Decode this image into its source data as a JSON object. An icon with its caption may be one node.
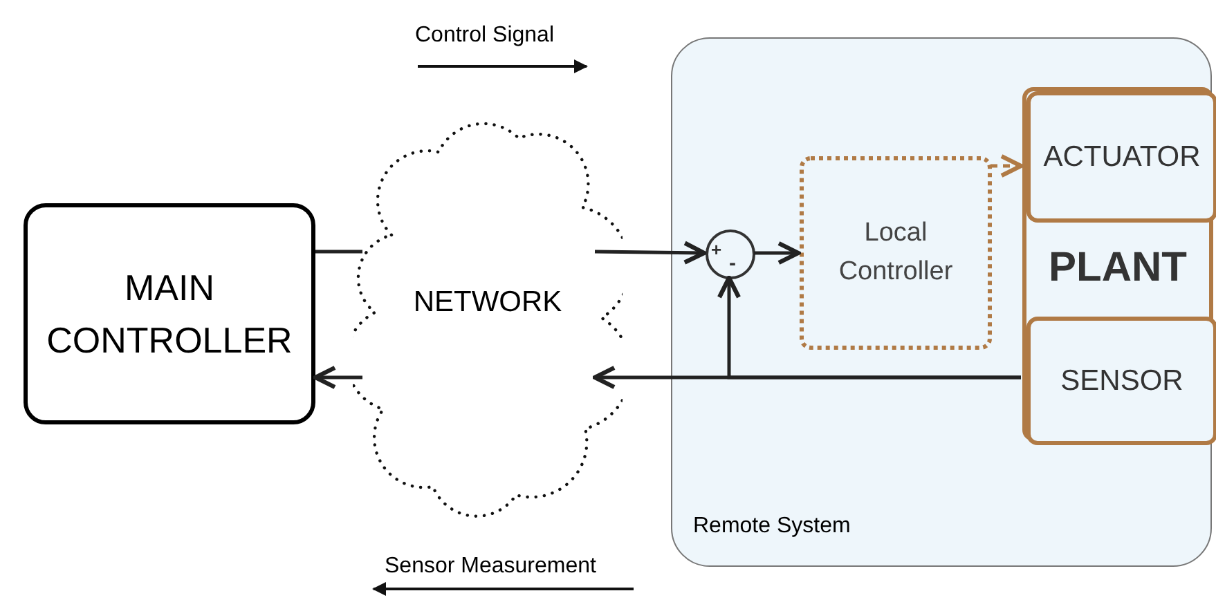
{
  "diagram": {
    "nodes": [
      {
        "text": [
          "MAIN CONTROLLER"
        ]
      },
      {
        "text": [
          "NETWORK"
        ]
      },
      {
        "text": [
          "Remote System"
        ]
      },
      {
        "text": [
          "+",
          "-"
        ],
        "in": 2
      },
      {
        "text": [
          "Local Controller"
        ],
        "in": 2
      },
      {
        "text": [
          "PLANT"
        ],
        "in": 2
      },
      {
        "text": [
          "ACTUATOR"
        ],
        "in": 5
      },
      {
        "text": [
          "SENSOR"
        ],
        "in": 5
      }
    ],
    "edges": [
      {
        "from": 0,
        "to": 1,
        "arrow": "none"
      },
      {
        "from": 1,
        "to": 3,
        "arrow": "to"
      },
      {
        "from": 3,
        "to": 4,
        "arrow": "to"
      },
      {
        "from": 4,
        "to": 6,
        "arrow": "to",
        "style": "dashed",
        "color": "#b07a45"
      },
      {
        "from": 7,
        "to": 1,
        "arrow": "to"
      },
      {
        "from": 7,
        "to": 3,
        "arrow": "to"
      },
      {
        "from": 1,
        "to": 0,
        "arrow": "to"
      }
    ],
    "labels": [
      "Control Signal",
      "Sensor Measurement"
    ]
  }
}
